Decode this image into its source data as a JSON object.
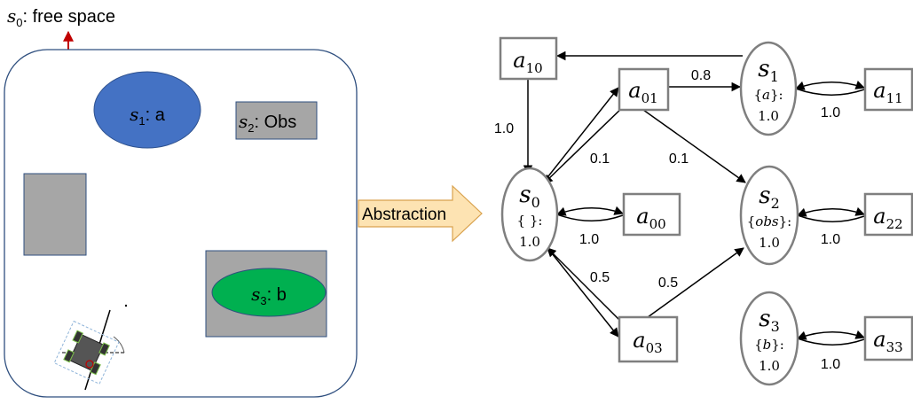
{
  "environment": {
    "free_space_symbol": "s",
    "free_space_sub": "0",
    "free_space_text": ": free space",
    "s1_symbol": "s",
    "s1_sub": "1",
    "s1_text": ": a",
    "s2_symbol": "s",
    "s2_sub": "2",
    "s2_text": ": Obs",
    "s3_symbol": "s",
    "s3_sub": "3",
    "s3_text": ": b",
    "colors": {
      "region_a": "#4472c4",
      "region_b": "#00b050",
      "obstacle": "#a6a6a6",
      "border": "#2f4f7f",
      "exit_arrow": "#c00000"
    }
  },
  "abstraction_label": "Abstraction",
  "abstraction_color": "#fde3b2",
  "graph": {
    "states": [
      {
        "id": "s0",
        "symbol": "s",
        "sub": "0",
        "label": "{ }:",
        "prob": "1.0"
      },
      {
        "id": "s1",
        "symbol": "s",
        "sub": "1",
        "label_open": "{",
        "label_var": "a",
        "label_close": "}:",
        "prob": "1.0"
      },
      {
        "id": "s2",
        "symbol": "s",
        "sub": "2",
        "label_open": "{",
        "label_var": "obs",
        "label_close": "}:",
        "prob": "1.0"
      },
      {
        "id": "s3",
        "symbol": "s",
        "sub": "3",
        "label_open": "{",
        "label_var": "b",
        "label_close": "}:",
        "prob": "1.0"
      }
    ],
    "actions": [
      {
        "id": "a10",
        "symbol": "a",
        "sub": "10"
      },
      {
        "id": "a01",
        "symbol": "a",
        "sub": "01"
      },
      {
        "id": "a11",
        "symbol": "a",
        "sub": "11"
      },
      {
        "id": "a00",
        "symbol": "a",
        "sub": "00"
      },
      {
        "id": "a22",
        "symbol": "a",
        "sub": "22"
      },
      {
        "id": "a03",
        "symbol": "a",
        "sub": "03"
      },
      {
        "id": "a33",
        "symbol": "a",
        "sub": "33"
      }
    ],
    "edge_labels": {
      "a01_s1": "0.8",
      "a10_s0": "1.0",
      "a01_s0": "0.1",
      "a01_s2": "0.1",
      "s1_a11": "1.0",
      "s0_a00": "1.0",
      "s2_a22": "1.0",
      "a03_s0": "0.5",
      "a03_s2": "0.5",
      "s3_a33": "1.0"
    }
  }
}
